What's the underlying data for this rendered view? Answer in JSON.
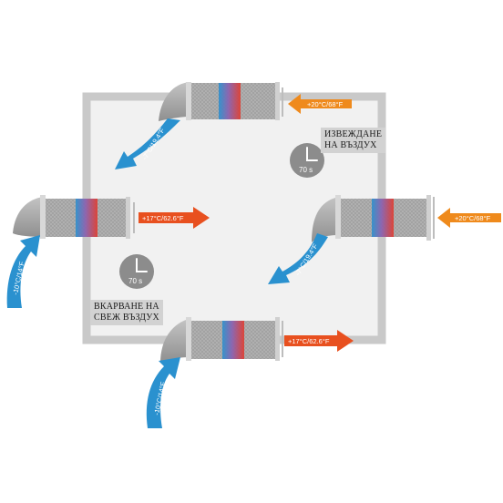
{
  "colors": {
    "frame": "#c9c9c9",
    "room": "#f1f1f1",
    "cylinder": "#b4b4b4",
    "elbow": "#a9a9a9",
    "cold": "#2a91cf",
    "hot": "#e8501f",
    "warm": "#ef8a1c",
    "clock": "#8c8c8c"
  },
  "labels": {
    "exhaust_line1": "ИЗВЕЖДАНЕ",
    "exhaust_line2": "НА ВЪЗДУХ",
    "supply_line1": "ВКАРВАНЕ НА",
    "supply_line2": "СВЕЖ ВЪЗДУХ"
  },
  "timers": {
    "top": "70 s",
    "bottom": "70 s"
  },
  "temperatures": {
    "indoor_warm": "+20°C/68°F",
    "cooled_exhaust": "-7°C/19.4°F",
    "outdoor_cold": "-10°C/14°F",
    "heated_supply": "+17°C/62.6°F"
  }
}
